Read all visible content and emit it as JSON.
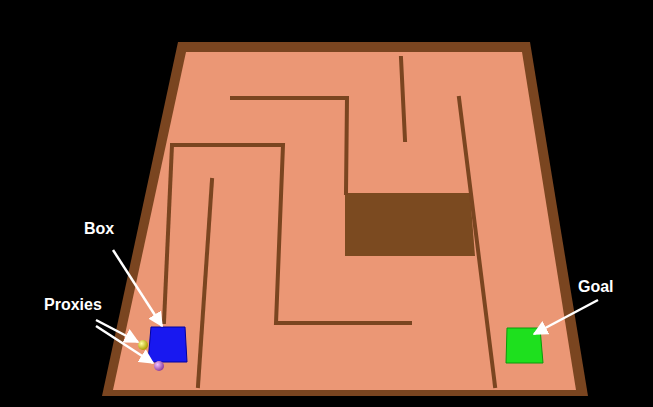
{
  "diagram": {
    "labels": [
      "Box",
      "Proxies",
      "Goal"
    ]
  }
}
